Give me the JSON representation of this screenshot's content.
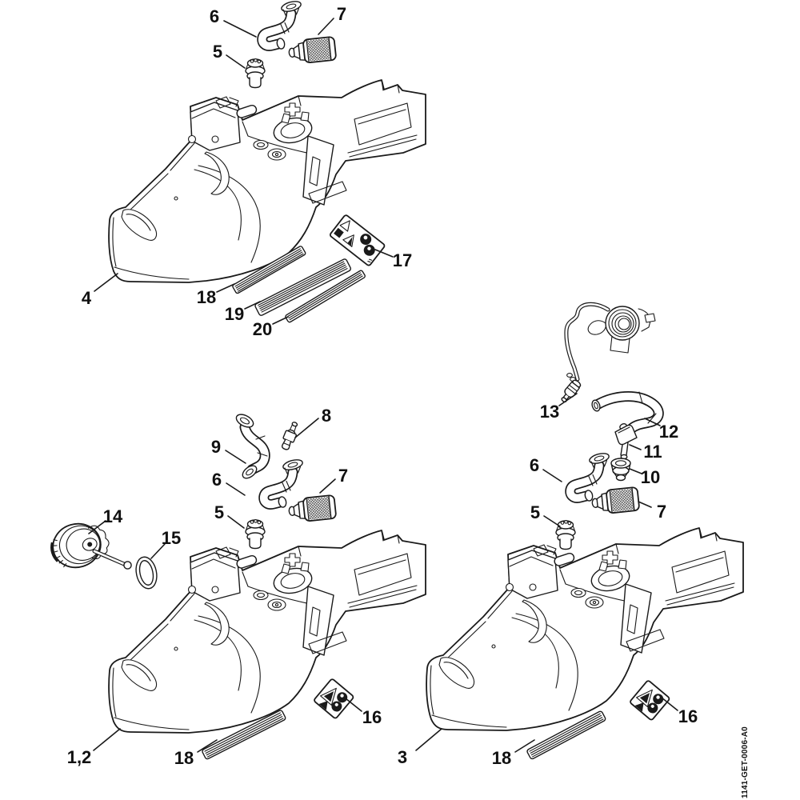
{
  "drawing": {
    "number": "1141-GET-0006-A0",
    "colors": {
      "background": "#ffffff",
      "line": "#1a1a1a"
    }
  },
  "assemblies": {
    "top": {
      "callouts": [
        "6",
        "7",
        "5",
        "17",
        "4",
        "18",
        "19",
        "20"
      ]
    },
    "bottom_left": {
      "callouts": [
        "8",
        "9",
        "6",
        "7",
        "5",
        "14",
        "15",
        "1,2",
        "18",
        "16"
      ]
    },
    "bottom_right": {
      "callouts": [
        "13",
        "12",
        "11",
        "6",
        "10",
        "5",
        "7",
        "3",
        "18",
        "16"
      ]
    }
  }
}
